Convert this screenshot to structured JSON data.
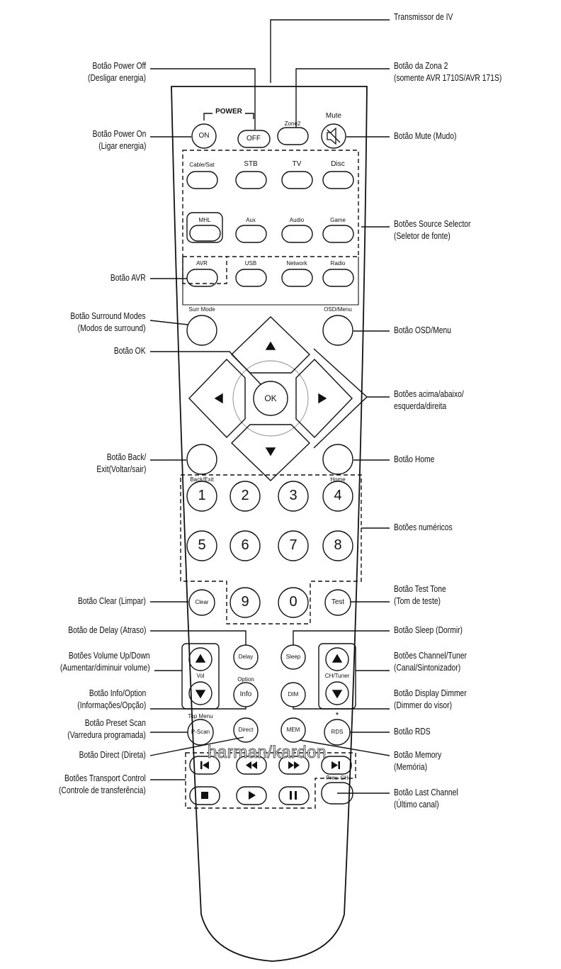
{
  "callouts": {
    "ir_transmitter": [
      "Transmissor de IV"
    ],
    "power_off": [
      "Botão Power Off",
      "(Desligar energia)"
    ],
    "zone2": [
      "Botão da Zona 2",
      "(somente AVR 1710S/AVR 171S)"
    ],
    "power_on": [
      "Botão Power On",
      "(Ligar energia)"
    ],
    "mute": [
      "Botão Mute (Mudo)"
    ],
    "source_selector": [
      "Botões Source Selector",
      "(Seletor de fonte)"
    ],
    "avr": [
      "Botão AVR"
    ],
    "surround_modes": [
      "Botão Surround Modes",
      "(Modos de surround)"
    ],
    "osd_menu": [
      "Botão OSD/Menu"
    ],
    "ok": [
      "Botão OK"
    ],
    "arrows": [
      "Botões acima/abaixo/",
      "esquerda/direita"
    ],
    "back_exit": [
      "Botão Back/",
      "Exit(Voltar/sair)"
    ],
    "home": [
      "Botão Home"
    ],
    "numeric": [
      "Botões numéricos"
    ],
    "clear": [
      "Botão Clear (Limpar)"
    ],
    "test_tone": [
      "Botão Test Tone",
      "(Tom de teste)"
    ],
    "delay": [
      "Botão de Delay (Atraso)"
    ],
    "sleep": [
      "Botão Sleep (Dormir)"
    ],
    "volume": [
      "Botões Volume Up/Down",
      "(Aumentar/diminuir volume)"
    ],
    "channel_tuner": [
      "Botões Channel/Tuner",
      "(Canal/Sintonizador)"
    ],
    "info_option": [
      "Botão Info/Option",
      "(Informações/Opção)"
    ],
    "dimmer": [
      "Botão Display Dimmer",
      "(Dimmer do visor)"
    ],
    "preset_scan": [
      "Botão Preset Scan",
      "(Varredura programada)"
    ],
    "rds": [
      "Botão RDS"
    ],
    "direct": [
      "Botão Direct (Direta)"
    ],
    "memory": [
      "Botão Memory",
      "(Memória)"
    ],
    "transport": [
      "Botões Transport Control",
      "(Controle de transferência)"
    ],
    "last_channel": [
      "Botão Last Channel",
      "(Último canal)"
    ]
  },
  "remote": {
    "power_header": "POWER",
    "mute_header": "Mute",
    "on": "ON",
    "off": "OFF",
    "zone2": "Zone2",
    "sources_row1": [
      "Cable/Sat",
      "STB",
      "TV",
      "Disc"
    ],
    "sources_row2": [
      "MHL",
      "Aux",
      "Audio",
      "Game"
    ],
    "sources_row3": [
      "AVR",
      "USB",
      "Network",
      "Radio"
    ],
    "surr_mode": "Surr Mode",
    "osd_menu": "OSD/Menu",
    "ok": "OK",
    "back_exit": "Back/Exit",
    "home": "Home",
    "numbers": [
      "1",
      "2",
      "3",
      "4",
      "5",
      "6",
      "7",
      "8",
      "9",
      "0"
    ],
    "clear": "Clear",
    "test": "Test",
    "delay": "Delay",
    "sleep": "Sleep",
    "vol": "Vol",
    "ch_tuner": "CH/Tuner",
    "option": "Option",
    "info": "Info",
    "dim": "DIM",
    "top_menu": "Top Menu",
    "p_scan": "P-Scan",
    "direct": "Direct",
    "mem": "MEM",
    "rds_star": "*",
    "rds": "RDS",
    "prev_ch": "Prev. CH",
    "brand": "harman/kardon"
  }
}
